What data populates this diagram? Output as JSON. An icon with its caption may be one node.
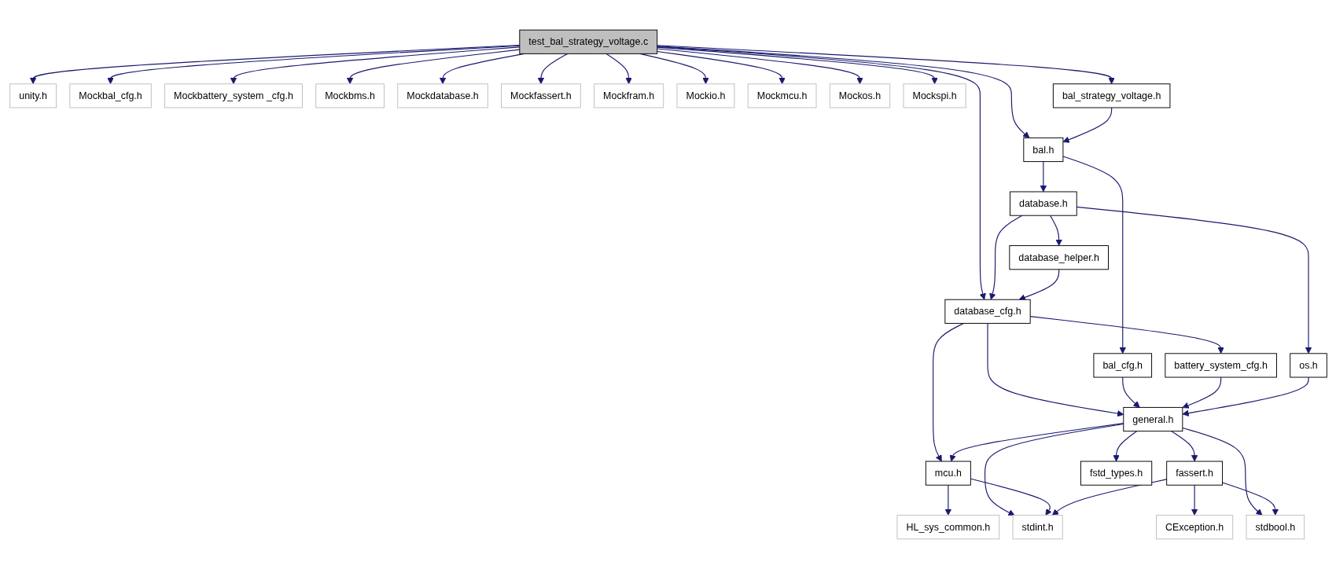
{
  "diagram": {
    "nodes": [
      {
        "text": [
          "test_bal_strategy_voltage.c"
        ]
      },
      {
        "text": [
          "unity.h"
        ]
      },
      {
        "text": [
          "Mockbal_cfg.h"
        ]
      },
      {
        "text": [
          "Mockbattery_system _cfg.h"
        ]
      },
      {
        "text": [
          "Mockbms.h"
        ]
      },
      {
        "text": [
          "Mockdatabase.h"
        ]
      },
      {
        "text": [
          "Mockfassert.h"
        ]
      },
      {
        "text": [
          "Mockfram.h"
        ]
      },
      {
        "text": [
          "Mockio.h"
        ]
      },
      {
        "text": [
          "Mockmcu.h"
        ]
      },
      {
        "text": [
          "Mockos.h"
        ]
      },
      {
        "text": [
          "Mockspi.h"
        ]
      },
      {
        "text": [
          "bal_strategy_voltage.h"
        ]
      },
      {
        "text": [
          "bal.h"
        ]
      },
      {
        "text": [
          "database.h"
        ]
      },
      {
        "text": [
          "database_helper.h"
        ]
      },
      {
        "text": [
          "database_cfg.h"
        ]
      },
      {
        "text": [
          "bal_cfg.h"
        ]
      },
      {
        "text": [
          "battery_system_cfg.h"
        ]
      },
      {
        "text": [
          "os.h"
        ]
      },
      {
        "text": [
          "general.h"
        ]
      },
      {
        "text": [
          "mcu.h"
        ]
      },
      {
        "text": [
          "fassert.h"
        ]
      },
      {
        "text": [
          "fstd_types.h"
        ]
      },
      {
        "text": [
          "HL_sys_common.h"
        ]
      },
      {
        "text": [
          "stdint.h"
        ]
      },
      {
        "text": [
          "CException.h"
        ]
      },
      {
        "text": [
          "stdbool.h"
        ]
      }
    ],
    "edges": [
      {
        "from": 0,
        "to": 1,
        "arrow": "to"
      },
      {
        "from": 0,
        "to": 2,
        "arrow": "to"
      },
      {
        "from": 0,
        "to": 3,
        "arrow": "to"
      },
      {
        "from": 0,
        "to": 4,
        "arrow": "to"
      },
      {
        "from": 0,
        "to": 5,
        "arrow": "to"
      },
      {
        "from": 0,
        "to": 6,
        "arrow": "to"
      },
      {
        "from": 0,
        "to": 7,
        "arrow": "to"
      },
      {
        "from": 0,
        "to": 8,
        "arrow": "to"
      },
      {
        "from": 0,
        "to": 9,
        "arrow": "to"
      },
      {
        "from": 0,
        "to": 10,
        "arrow": "to"
      },
      {
        "from": 0,
        "to": 11,
        "arrow": "to"
      },
      {
        "from": 0,
        "to": 12,
        "arrow": "to"
      },
      {
        "from": 0,
        "to": 13,
        "arrow": "to"
      },
      {
        "from": 0,
        "to": 16,
        "arrow": "to"
      },
      {
        "from": 12,
        "to": 13,
        "arrow": "to"
      },
      {
        "from": 13,
        "to": 14,
        "arrow": "to"
      },
      {
        "from": 13,
        "to": 17,
        "arrow": "to"
      },
      {
        "from": 14,
        "to": 15,
        "arrow": "to"
      },
      {
        "from": 14,
        "to": 16,
        "arrow": "to"
      },
      {
        "from": 14,
        "to": 19,
        "arrow": "to"
      },
      {
        "from": 15,
        "to": 16,
        "arrow": "to"
      },
      {
        "from": 16,
        "to": 18,
        "arrow": "to"
      },
      {
        "from": 16,
        "to": 20,
        "arrow": "to"
      },
      {
        "from": 16,
        "to": 21,
        "arrow": "to"
      },
      {
        "from": 17,
        "to": 20,
        "arrow": "to"
      },
      {
        "from": 18,
        "to": 20,
        "arrow": "to"
      },
      {
        "from": 19,
        "to": 20,
        "arrow": "to"
      },
      {
        "from": 20,
        "to": 21,
        "arrow": "to"
      },
      {
        "from": 20,
        "to": 22,
        "arrow": "to"
      },
      {
        "from": 20,
        "to": 23,
        "arrow": "to"
      },
      {
        "from": 20,
        "to": 25,
        "arrow": "to"
      },
      {
        "from": 20,
        "to": 27,
        "arrow": "to"
      },
      {
        "from": 21,
        "to": 24,
        "arrow": "to"
      },
      {
        "from": 21,
        "to": 25,
        "arrow": "to"
      },
      {
        "from": 22,
        "to": 25,
        "arrow": "to"
      },
      {
        "from": 22,
        "to": 26,
        "arrow": "to"
      },
      {
        "from": 22,
        "to": 27,
        "arrow": "to"
      }
    ]
  }
}
